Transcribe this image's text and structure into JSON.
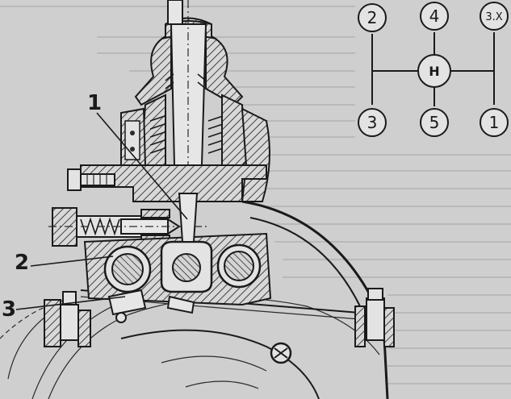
{
  "callouts": [
    {
      "id": "1",
      "label": "1"
    },
    {
      "id": "2",
      "label": "2"
    },
    {
      "id": "3",
      "label": "3"
    }
  ],
  "gear_pattern": {
    "positions": [
      {
        "id": "g2",
        "label": "2"
      },
      {
        "id": "g4",
        "label": "4"
      },
      {
        "id": "g3x",
        "label": "3.X"
      },
      {
        "id": "gN",
        "label": "Н"
      },
      {
        "id": "g3",
        "label": "3"
      },
      {
        "id": "g5",
        "label": "5"
      },
      {
        "id": "g1",
        "label": "1"
      }
    ]
  },
  "colors": {
    "paper": "#cfcfcf",
    "ink": "#1a1a1a"
  }
}
